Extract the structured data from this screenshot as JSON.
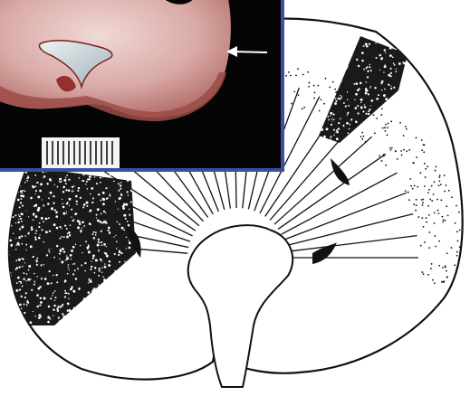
{
  "figure": {
    "illustration": {
      "subject": "kidney-cross-section-line-drawing",
      "regions": [
        "cortex",
        "medulla",
        "renal-papillae",
        "renal-pelvis",
        "ureter",
        "infarct-wedge-left",
        "infarct-wedge-top-right"
      ]
    },
    "inset": {
      "subject": "gross-photo-of-sectioned-kidney",
      "frame_color": "#3a4fa0",
      "background_color": "#050505",
      "tissue_color": "#c98a86",
      "arrow_icon": "left-arrow-icon",
      "scale_bar_icon": "ruler-icon"
    },
    "ink_color": "#111111"
  }
}
